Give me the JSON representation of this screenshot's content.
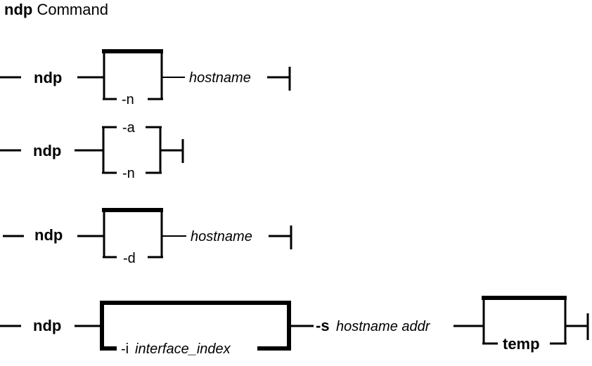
{
  "title": {
    "command": "ndp",
    "suffix": "Command"
  },
  "diagram1": {
    "command": "ndp",
    "option": "-n",
    "arg": "hostname"
  },
  "diagram2": {
    "command": "ndp",
    "option_top": "-a",
    "option_bottom": "-n"
  },
  "diagram3": {
    "command": "ndp",
    "option": "-d",
    "arg": "hostname"
  },
  "diagram4": {
    "command": "ndp",
    "option_flag": "-i",
    "option_arg": "interface_index",
    "required_flag": "-s",
    "required_args": "hostname addr",
    "optional": "temp"
  }
}
